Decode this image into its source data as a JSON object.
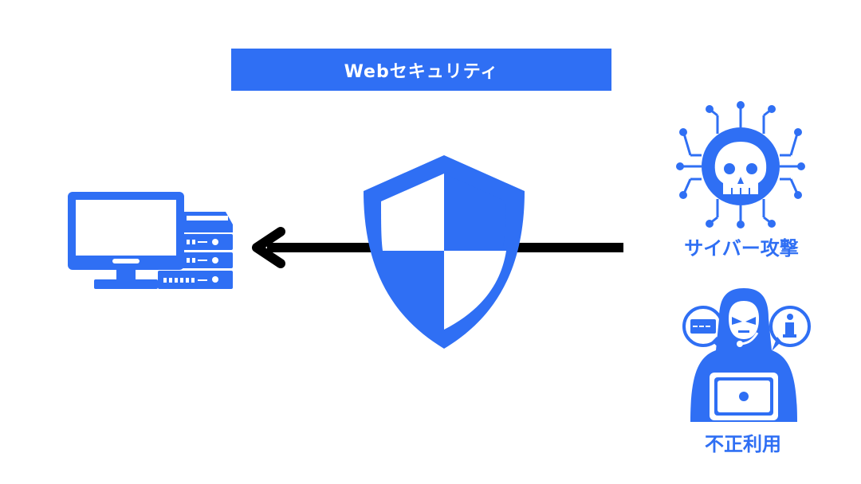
{
  "title": "Webセキュリティ",
  "threats": [
    {
      "label": "サイバー攻撃",
      "icon": "skull-chip-icon"
    },
    {
      "label": "不正利用",
      "icon": "hacker-icon"
    }
  ],
  "protected_icon": "computer-server-icon",
  "defense_icon": "shield-icon",
  "colors": {
    "accent": "#2f6ff4",
    "arrow": "#000000",
    "background": "#ffffff"
  }
}
